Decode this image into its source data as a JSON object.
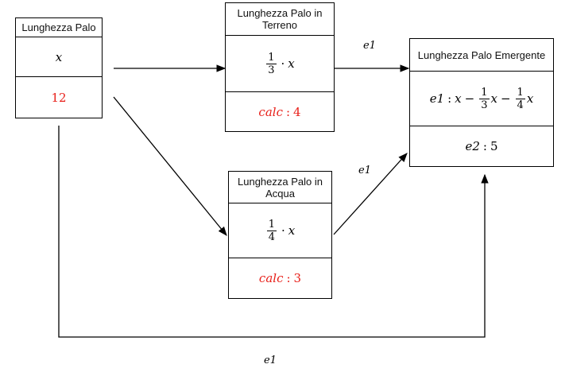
{
  "boxes": {
    "palo": {
      "title": "Lunghezza Palo",
      "var": "x",
      "value": "12"
    },
    "terreno": {
      "title": "Lunghezza Palo in Terreno",
      "frac_num": "1",
      "frac_den": "3",
      "mul": "·",
      "var": "x",
      "calc_label": "calc",
      "calc_value": "4"
    },
    "acqua": {
      "title": "Lunghezza Palo in Acqua",
      "frac_num": "1",
      "frac_den": "4",
      "mul": "·",
      "var": "x",
      "calc_label": "calc",
      "calc_value": "3"
    },
    "emergente": {
      "title": "Lunghezza Palo Emergente",
      "eq1_label": "e1",
      "eq1_var": "x",
      "eq1_frac1_num": "1",
      "eq1_frac1_den": "3",
      "eq1_frac2_num": "1",
      "eq1_frac2_den": "4",
      "eq2_label": "e2",
      "eq2_value": "5"
    }
  },
  "edge_labels": {
    "top": "e1",
    "mid": "e1",
    "bottom": "e1"
  },
  "colors": {
    "computed": "#e8201a",
    "line": "#000000"
  }
}
